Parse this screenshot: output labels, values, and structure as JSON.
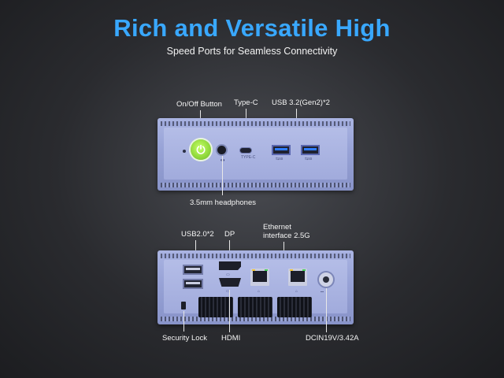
{
  "headline": "Rich and Versatile High",
  "subline": "Speed Ports for Seamless Connectivity",
  "front": {
    "on_off_button": "On/Off Button",
    "type_c": "Type-C",
    "usb32": "USB 3.2(Gen2)*2",
    "headphones": "3.5mm headphones",
    "typec_tiny": "TYPE-C"
  },
  "back": {
    "usb20": "USB2.0*2",
    "dp": "DP",
    "ethernet": "Ethernet\ninterface 2.5G",
    "security_lock": "Security Lock",
    "hdmi": "HDMI",
    "dcin": "DCIN19V/3.42A"
  },
  "colors": {
    "headline": "#39a8ff",
    "device": "#9aa4d8",
    "power_button": "#8fd83a"
  }
}
